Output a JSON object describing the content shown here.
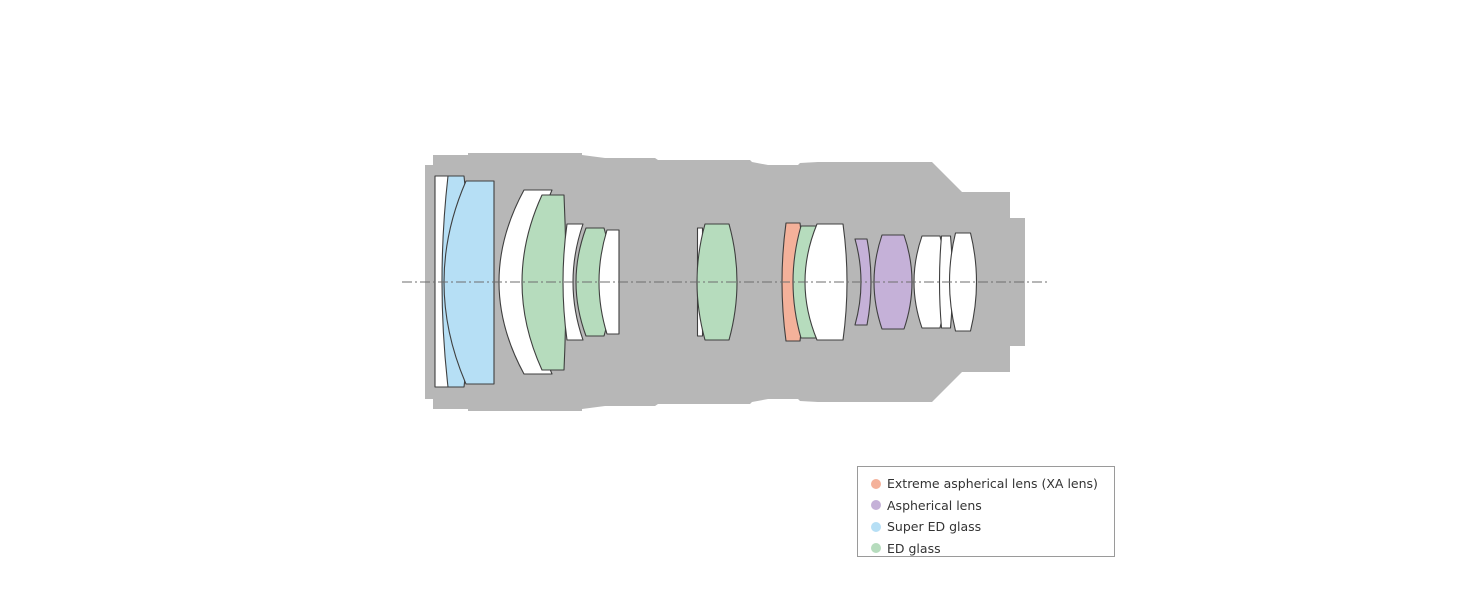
{
  "colors": {
    "background": "#ffffff",
    "barrel": "#b7b7b7",
    "standard_glass": "#ffffff",
    "outline": "#3f3f3f",
    "axis": "#6e6e6e"
  },
  "legend": {
    "items": [
      {
        "label": "Extreme aspherical lens (XA lens)",
        "color": "#f4b19a",
        "type": "xa"
      },
      {
        "label": "Aspherical lens",
        "color": "#c5b1d8",
        "type": "asph"
      },
      {
        "label": "Super ED glass",
        "color": "#b6dff5",
        "type": "super_ed"
      },
      {
        "label": "ED glass",
        "color": "#b6dcbd",
        "type": "ed"
      }
    ]
  },
  "lens_elements": [
    {
      "group": 1,
      "type": "standard"
    },
    {
      "group": 1,
      "type": "super_ed"
    },
    {
      "group": 1,
      "type": "super_ed"
    },
    {
      "group": 2,
      "type": "standard"
    },
    {
      "group": 2,
      "type": "ed"
    },
    {
      "group": 2,
      "type": "standard"
    },
    {
      "group": 2,
      "type": "ed"
    },
    {
      "group": 2,
      "type": "standard"
    },
    {
      "group": 3,
      "type": "standard"
    },
    {
      "group": 3,
      "type": "ed"
    },
    {
      "group": 4,
      "type": "xa"
    },
    {
      "group": 4,
      "type": "ed"
    },
    {
      "group": 4,
      "type": "standard"
    },
    {
      "group": 5,
      "type": "asph"
    },
    {
      "group": 5,
      "type": "asph"
    },
    {
      "group": 6,
      "type": "standard"
    },
    {
      "group": 6,
      "type": "standard"
    },
    {
      "group": 6,
      "type": "standard"
    }
  ]
}
